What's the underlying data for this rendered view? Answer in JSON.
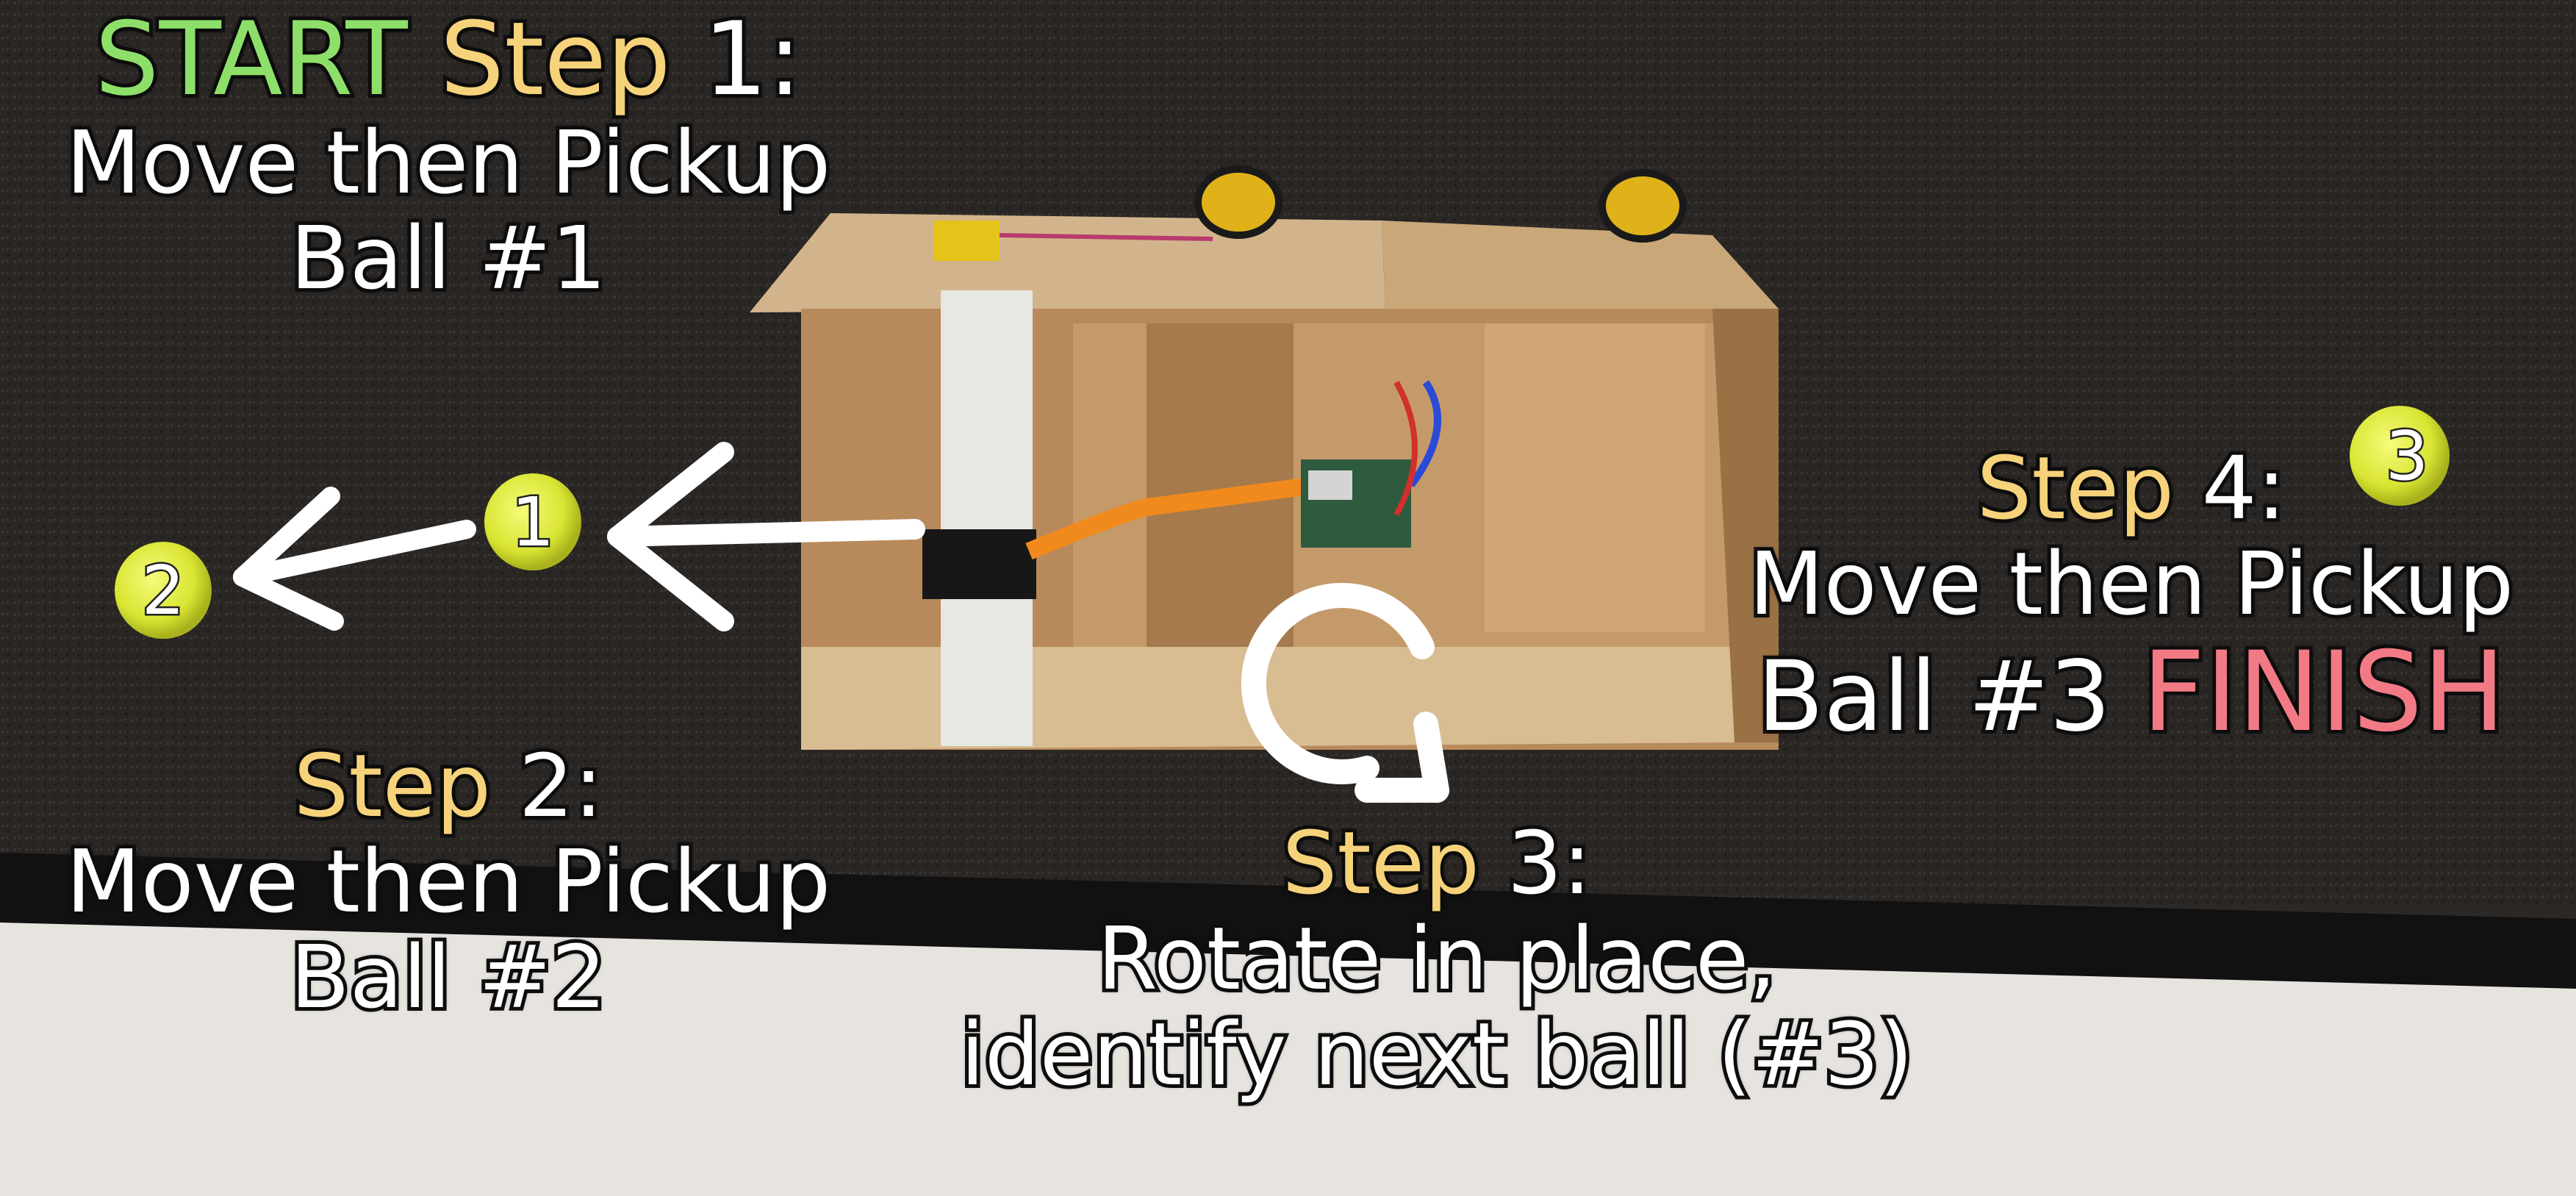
{
  "annotations": {
    "start_word": "START",
    "step1_word": "Step",
    "step1_num": "1:",
    "step1_line1": "Move then Pickup",
    "step1_line2": "Ball #1",
    "step2_word": "Step",
    "step2_num": "2:",
    "step2_line1": "Move then Pickup",
    "step2_line2": "Ball #2",
    "step3_word": "Step",
    "step3_num": "3:",
    "step3_line1": "Rotate in place,",
    "step3_line2": "identify next ball (#3)",
    "step4_word": "Step",
    "step4_num": "4:",
    "step4_line1": "Move then Pickup",
    "step4_line2": "Ball #3",
    "finish_word": "FINISH"
  },
  "balls": [
    {
      "label": "1"
    },
    {
      "label": "2"
    },
    {
      "label": "3"
    }
  ],
  "colors": {
    "start": "#8ddf6a",
    "step": "#f6d27b",
    "finish": "#f27a85",
    "ball": "#e3ef3a",
    "carpet": "#2b2826",
    "cardboard": "#c49a6c",
    "wall": "#e9e6e2"
  }
}
